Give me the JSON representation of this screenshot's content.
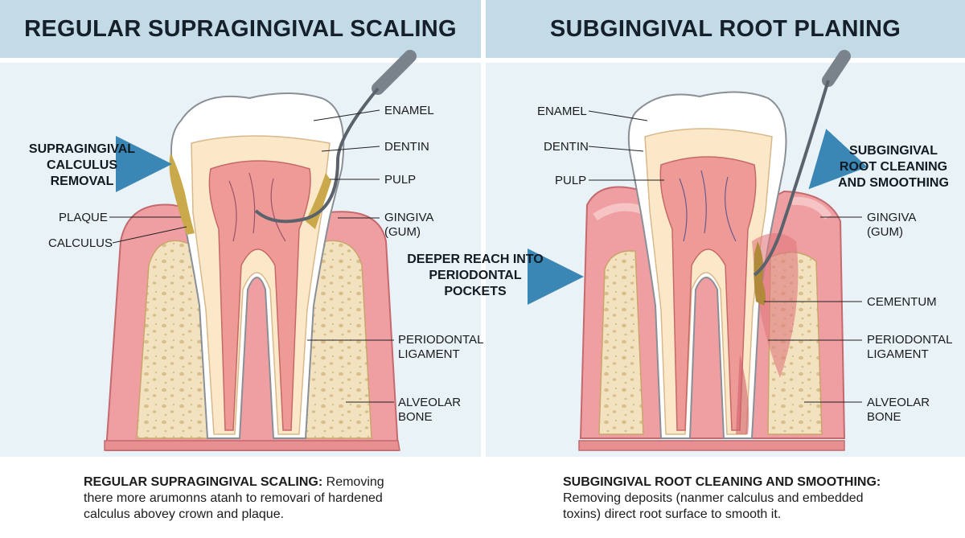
{
  "left_panel": {
    "title": "REGULAR SUPRAGINGIVAL SCALING",
    "callout": "SUPRAGINGIVAL\nCALCULUS\nREMOVAL",
    "labels": {
      "enamel": "ENAMEL",
      "dentin": "DENTIN",
      "pulp": "PULP",
      "gingiva": "GINGIVA\n(GUM)",
      "plaque": "PLAQUE",
      "calculus": "CALCULUS",
      "periodontal_ligament": "PERIODONTAL\nLIGAMENT",
      "alveolar_bone": "ALVEOLAR\nBONE"
    },
    "caption_heading": "REGULAR SUPRAGINGIVAL SCALING:",
    "caption_text": " Removing\nthere more arumonns atanh to removari of hardened\ncalculus  abovey crown and plaque."
  },
  "right_panel": {
    "title": "SUBGINGIVAL ROOT PLANING",
    "callout": "SUBGINGIVAL\nROOT CLEANING\nAND SMOOTHING",
    "labels": {
      "enamel": "ENAMEL",
      "dentin": "DENTIN",
      "pulp": "PULP",
      "gingiva": "GINGIVA\n(GUM)",
      "cementum": "CEMENTUM",
      "periodontal_ligament": "PERIODONTAL\nLIGAMENT",
      "alveolar_bone": "ALVEOLAR\nBONE"
    },
    "caption_heading": "SUBGINGIVAL ROOT CLEANING AND SMOOTHING:",
    "caption_text": "\nRemoving deposits (nanmer calculus and embedded\ntoxins) direct root surface to smooth it."
  },
  "center_callout": "DEEPER REACH INTO\nPERIODONTAL\nPOCKETS",
  "colors": {
    "header_bg": "#c3dbe6",
    "panel_bg": "#e9f2f7",
    "gum": "#ef9fa1",
    "bone": "#f3e2bf",
    "dentin": "#fbe8c9",
    "pulp": "#ee9b98",
    "enamel": "#ffffff",
    "calculus": "#c9a94a",
    "arrow": "#3a86b4"
  }
}
